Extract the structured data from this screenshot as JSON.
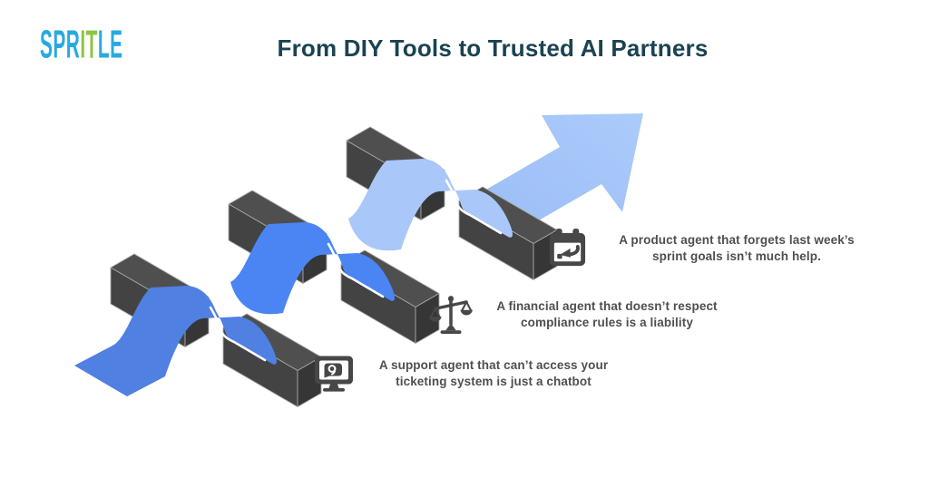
{
  "logo": {
    "part_blue_start": "SPR",
    "part_green": "IT",
    "part_blue_end": "LE"
  },
  "header": {
    "title": "From DIY Tools to Trusted AI Partners"
  },
  "annotations": {
    "product": {
      "icon": "calendar-icon",
      "line1": "A product agent that forgets last week’s",
      "line2": "sprint goals isn’t much help."
    },
    "financial": {
      "icon": "scales-icon",
      "line1": "A financial agent that doesn’t respect",
      "line2": "compliance rules is a liability"
    },
    "support": {
      "icon": "monitor-chat-icon",
      "line1": "A support agent that can’t access your",
      "line2": "ticketing system is just a chatbot"
    }
  },
  "diagram": {
    "description": "isometric ribbon arrow weaving over three pairs of dark blocks",
    "obstacle_count": 3
  },
  "colors": {
    "logo_blue": "#29A9E1",
    "logo_green": "#8DC63F",
    "title": "#1A4353",
    "annotation_text": "#4F4F4F",
    "icon_gray": "#474747",
    "block_top": "#4F4F4F",
    "block_front": "#434343",
    "block_end": "#363636",
    "block_edge": "#A8A8A8",
    "ribbon_start": "#4F80E2",
    "ribbon_mid": "#4A85F3",
    "ribbon_light": "#A9C7F9",
    "arrow_from": "#9CBDF8",
    "arrow_to": "#ABCBFA",
    "fold_outline": "#FFFFFF"
  }
}
